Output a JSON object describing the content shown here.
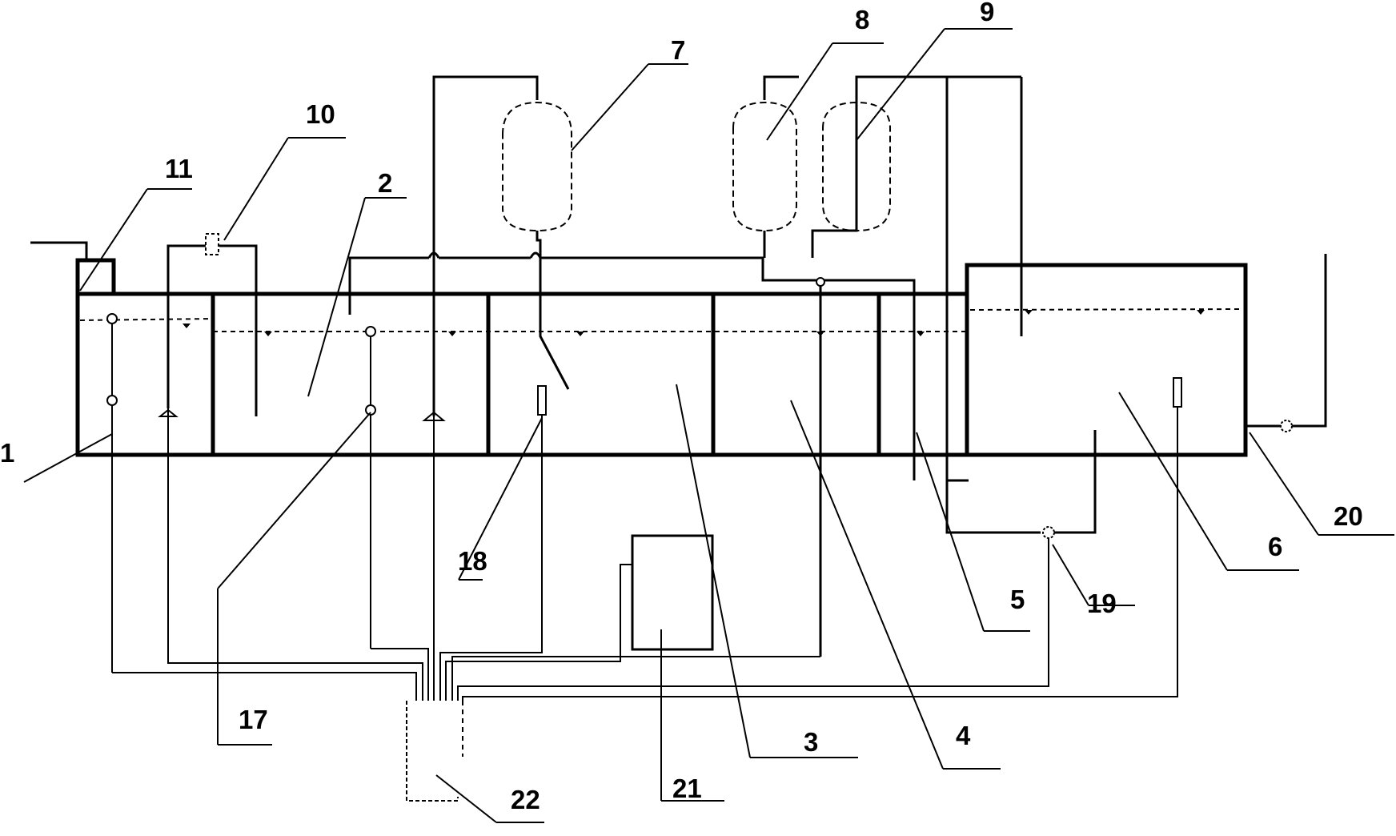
{
  "labels": {
    "l1": "1",
    "l2": "2",
    "l3": "3",
    "l4": "4",
    "l5": "5",
    "l6": "6",
    "l7": "7",
    "l8": "8",
    "l9": "9",
    "l10": "10",
    "l11": "11",
    "l17": "17",
    "l18": "18",
    "l19": "19",
    "l20": "20",
    "l21": "21",
    "l22": "22"
  }
}
